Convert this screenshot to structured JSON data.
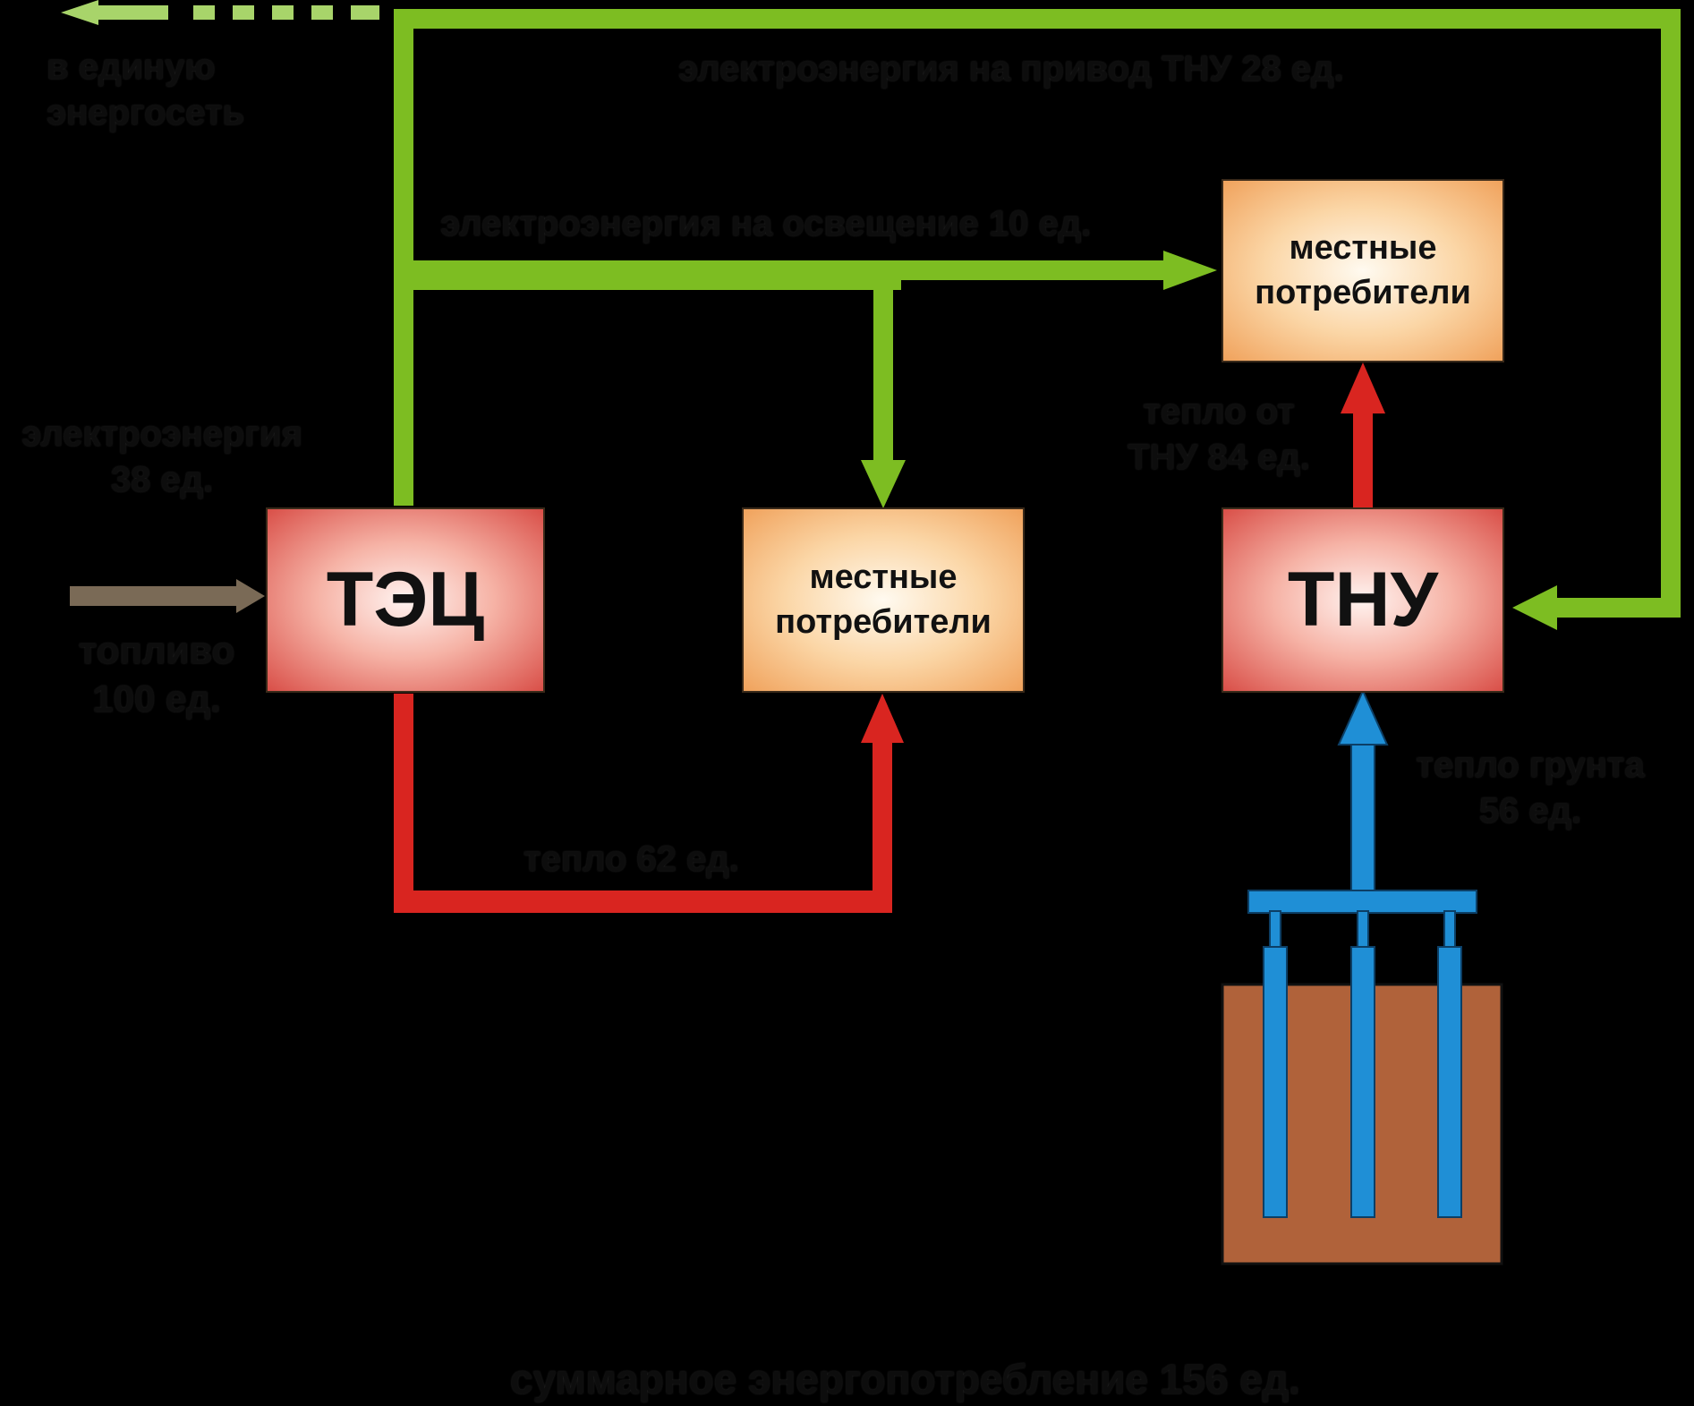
{
  "nodes": {
    "chp": "ТЭЦ",
    "heat_pump": "ТНУ",
    "consumers_top": "местные\nпотребители",
    "consumers_mid": "местные\nпотребители"
  },
  "labels": {
    "to_grid": "в единую\nэнергосеть",
    "hp_drive": "электроэнергия на привод ТНУ 28 ед.",
    "lighting": "электроэнергия на освещение 10 ед.",
    "electricity": "электроэнергия\n38 ед.",
    "fuel": "топливо\n100 ед.",
    "heat_chp": "тепло 62 ед.",
    "heat_hp": "тепло от\nТНУ 84 ед.",
    "ground_heat": "тепло грунта\n56 ед.",
    "total": "суммарное энергопотребление 156 ед."
  },
  "colors": {
    "electric": "#7dbd22",
    "electric_light": "#a8d46a",
    "heat": "#d92520",
    "fuel": "#7a6a56",
    "ground_loop": "#1f8fd6",
    "soil": "#b0623a",
    "background": "#000000"
  }
}
